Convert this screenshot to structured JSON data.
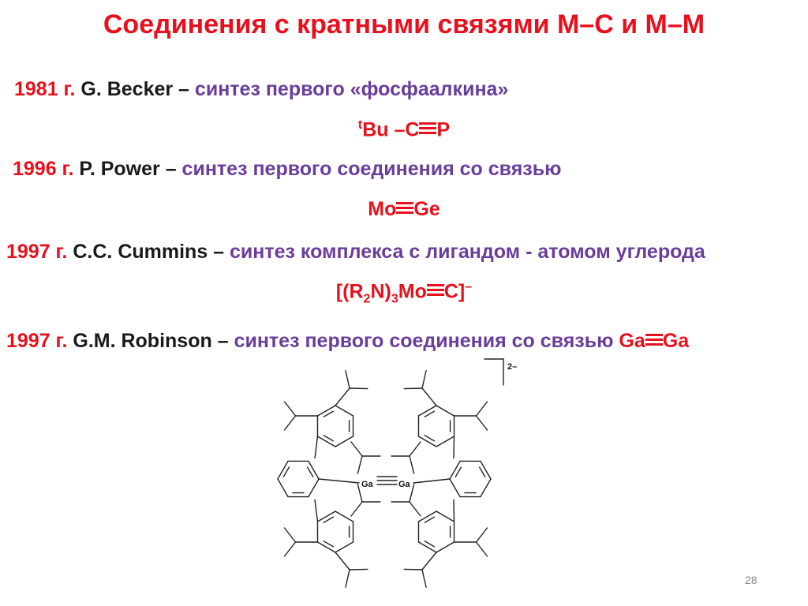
{
  "title": "Соединения с кратными связями М–С и М–М",
  "entries": [
    {
      "year": "1981 г.",
      "author": "G. Becker –",
      "text": "синтез первого «фосфаалкина»"
    },
    {
      "year": "1996 г.",
      "author": "P. Power –",
      "text": "синтез первого соединения со связью"
    },
    {
      "year": "1997 г.",
      "author": "C.C. Cummins –",
      "text": "синтез комплекса с лигандом - атомом углерода"
    },
    {
      "year": "1997 г.",
      "author": "G.M. Robinson –",
      "text": "синтез первого соединения со связью",
      "suffix_left": "Ga",
      "suffix_right": "Ga"
    }
  ],
  "formulas": {
    "becker": {
      "sup": "t",
      "left": "Bu –C",
      "right": "P"
    },
    "power": {
      "left": "Mo",
      "right": "Ge"
    },
    "cummins": {
      "p1": "[(R",
      "sub1": "2",
      "p2": "N)",
      "sub2": "3",
      "p3": "Mo",
      "p4": "C]",
      "sup": "–"
    }
  },
  "structure": {
    "atom_left": "Ga",
    "atom_right": "Ga",
    "charge": "2–"
  },
  "page_number": "28"
}
